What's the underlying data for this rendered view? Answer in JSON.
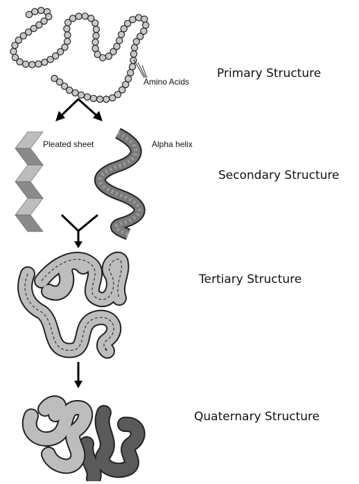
{
  "labels": {
    "amino_acids": "Amino Acids",
    "pleated_sheet": "Pleated sheet",
    "alpha_helix": "Alpha helix",
    "primary": "Primary Structure",
    "secondary": "Secondary Structure",
    "tertiary": "Tertiary Structure",
    "quaternary": "Quaternary Structure"
  },
  "colors": {
    "bead_fill": "#c8c8c8",
    "outline": "#222222",
    "light_gray": "#bdbdbd",
    "dark_gray": "#5a5a5a",
    "mid_gray": "#8a8a8a"
  }
}
